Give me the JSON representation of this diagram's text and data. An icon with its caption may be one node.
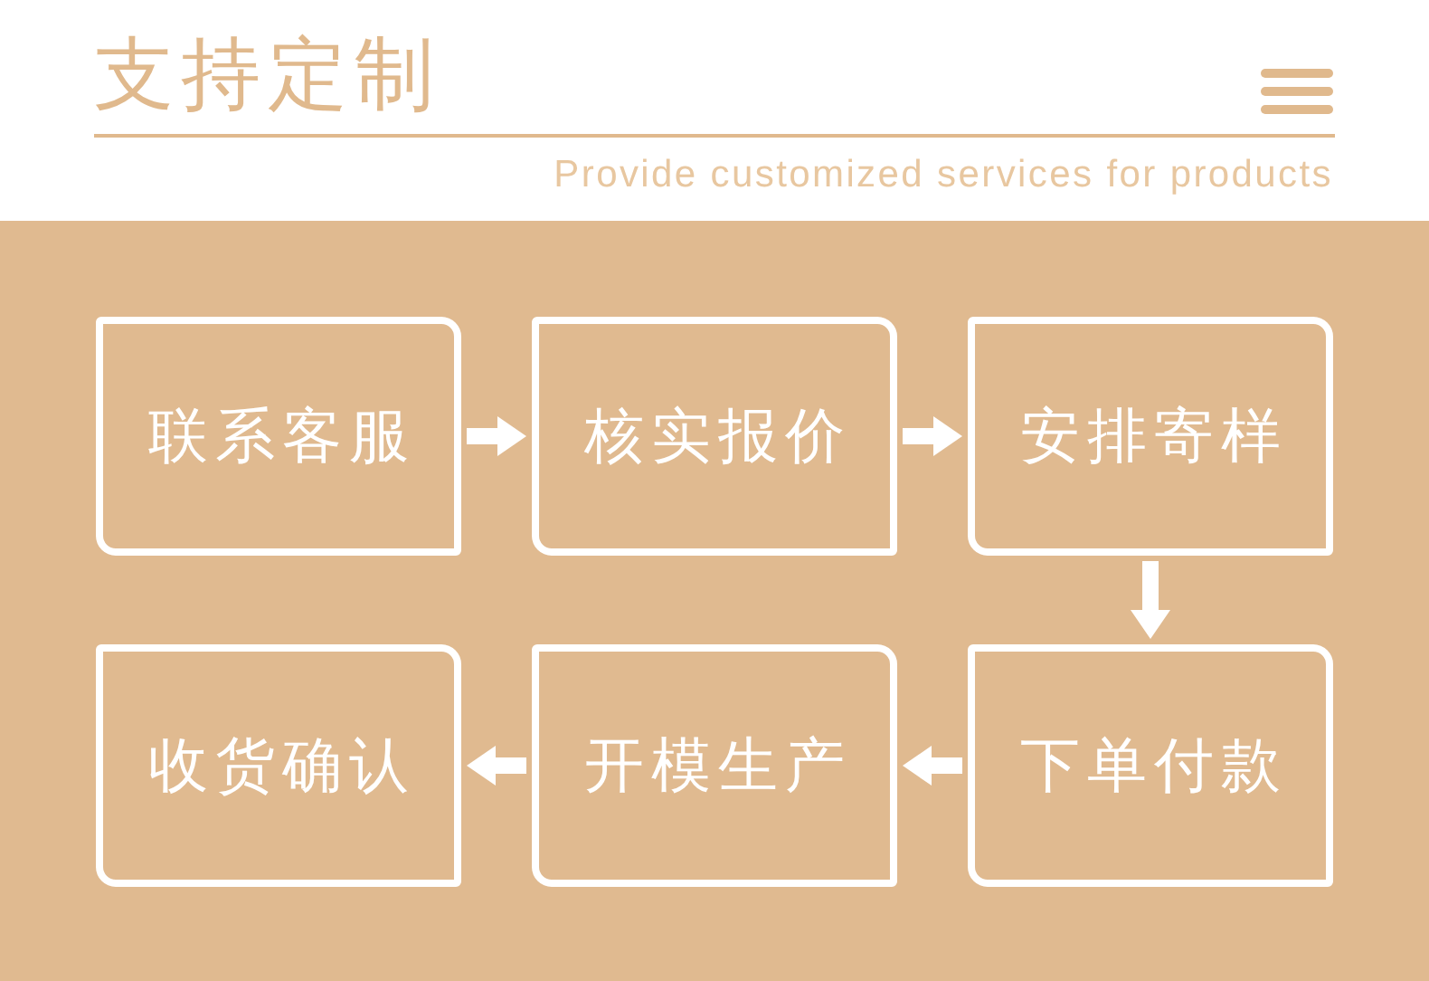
{
  "diagram": {
    "title": "支持定制",
    "nodes": [
      {
        "text": [
          "联系客服"
        ]
      },
      {
        "text": [
          "核实报价"
        ]
      },
      {
        "text": [
          "安排寄样"
        ]
      },
      {
        "text": [
          "收货确认"
        ]
      },
      {
        "text": [
          "开模生产"
        ]
      },
      {
        "text": [
          "下单付款"
        ]
      }
    ],
    "edges": [
      {
        "from": 0,
        "to": 1,
        "arrow": "to"
      },
      {
        "from": 1,
        "to": 2,
        "arrow": "to"
      },
      {
        "from": 2,
        "to": 5,
        "arrow": "to"
      },
      {
        "from": 5,
        "to": 4,
        "arrow": "to"
      },
      {
        "from": 4,
        "to": 3,
        "arrow": "to"
      }
    ],
    "labels": [
      "Provide customized services for products"
    ]
  }
}
